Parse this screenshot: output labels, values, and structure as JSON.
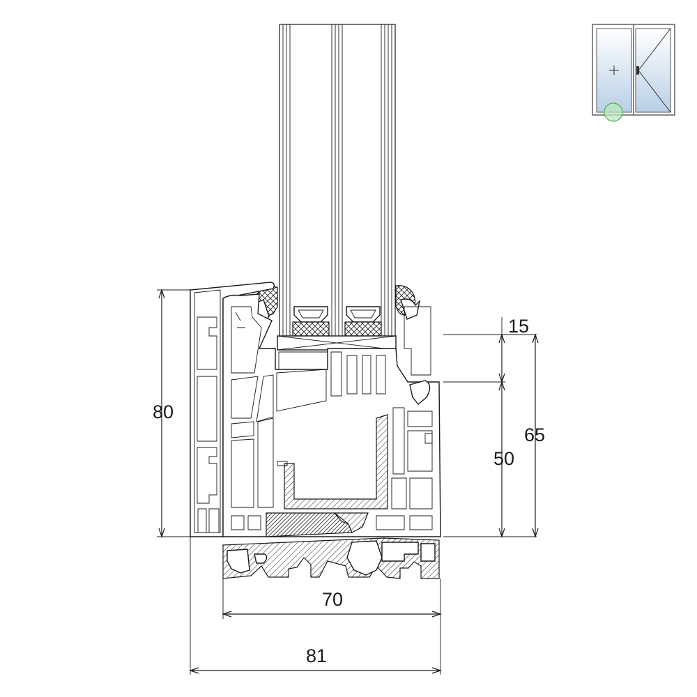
{
  "dimensions": {
    "frame_height": "80",
    "glass_rebate": "15",
    "sash_height": "50",
    "total_sash": "65",
    "sash_depth": "70",
    "frame_depth": "81"
  },
  "icon": {
    "name": "window-position-icon",
    "highlight_color": "#8fd18f",
    "glass_color": "#d6e4f2"
  },
  "colors": {
    "line": "#1a1a1a",
    "background": "#ffffff"
  }
}
